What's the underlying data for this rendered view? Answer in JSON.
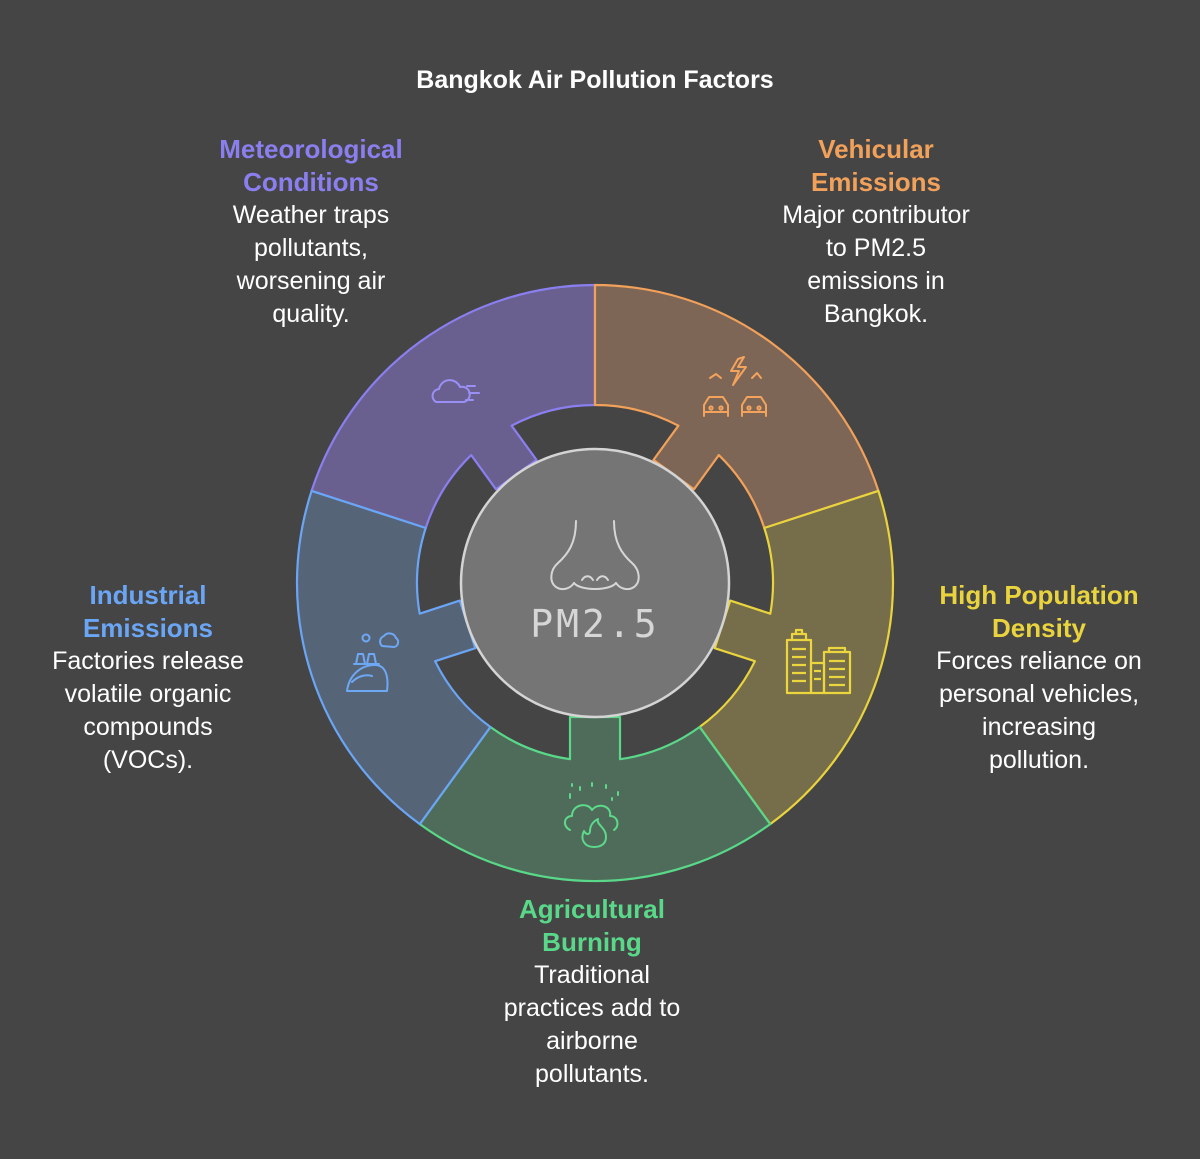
{
  "title": "Bangkok Air Pollution Factors",
  "center": {
    "label": "PM2.5",
    "icon": "nose-icon"
  },
  "factors": [
    {
      "id": "meteorological",
      "title_line1": "Meteorological",
      "title_line2": "Conditions",
      "description": [
        "Weather traps",
        "pollutants,",
        "worsening air",
        "quality."
      ],
      "color": "#8b7ff0",
      "fill": "#6a6090",
      "icon": "cloud-wind-icon"
    },
    {
      "id": "vehicular",
      "title_line1": "Vehicular",
      "title_line2": "Emissions",
      "description": [
        "Major contributor",
        "to PM2.5",
        "emissions in",
        "Bangkok."
      ],
      "color": "#f2a15a",
      "fill": "#7d6656",
      "icon": "cars-exhaust-icon"
    },
    {
      "id": "population",
      "title_line1": "High Population",
      "title_line2": "Density",
      "description": [
        "Forces reliance on",
        "personal vehicles,",
        "increasing",
        "pollution."
      ],
      "color": "#ead43e",
      "fill": "#766d4a",
      "icon": "city-buildings-icon"
    },
    {
      "id": "agricultural",
      "title_line1": "Agricultural",
      "title_line2": "Burning",
      "description": [
        "Traditional",
        "practices add to",
        "airborne",
        "pollutants."
      ],
      "color": "#59d889",
      "fill": "#4f6b5a",
      "icon": "fire-smoke-icon"
    },
    {
      "id": "industrial",
      "title_line1": "Industrial",
      "title_line2": "Emissions",
      "description": [
        "Factories release",
        "volatile organic",
        "compounds",
        "(VOCs)."
      ],
      "color": "#6aa6f5",
      "fill": "#566478",
      "icon": "factory-smoke-icon"
    }
  ]
}
